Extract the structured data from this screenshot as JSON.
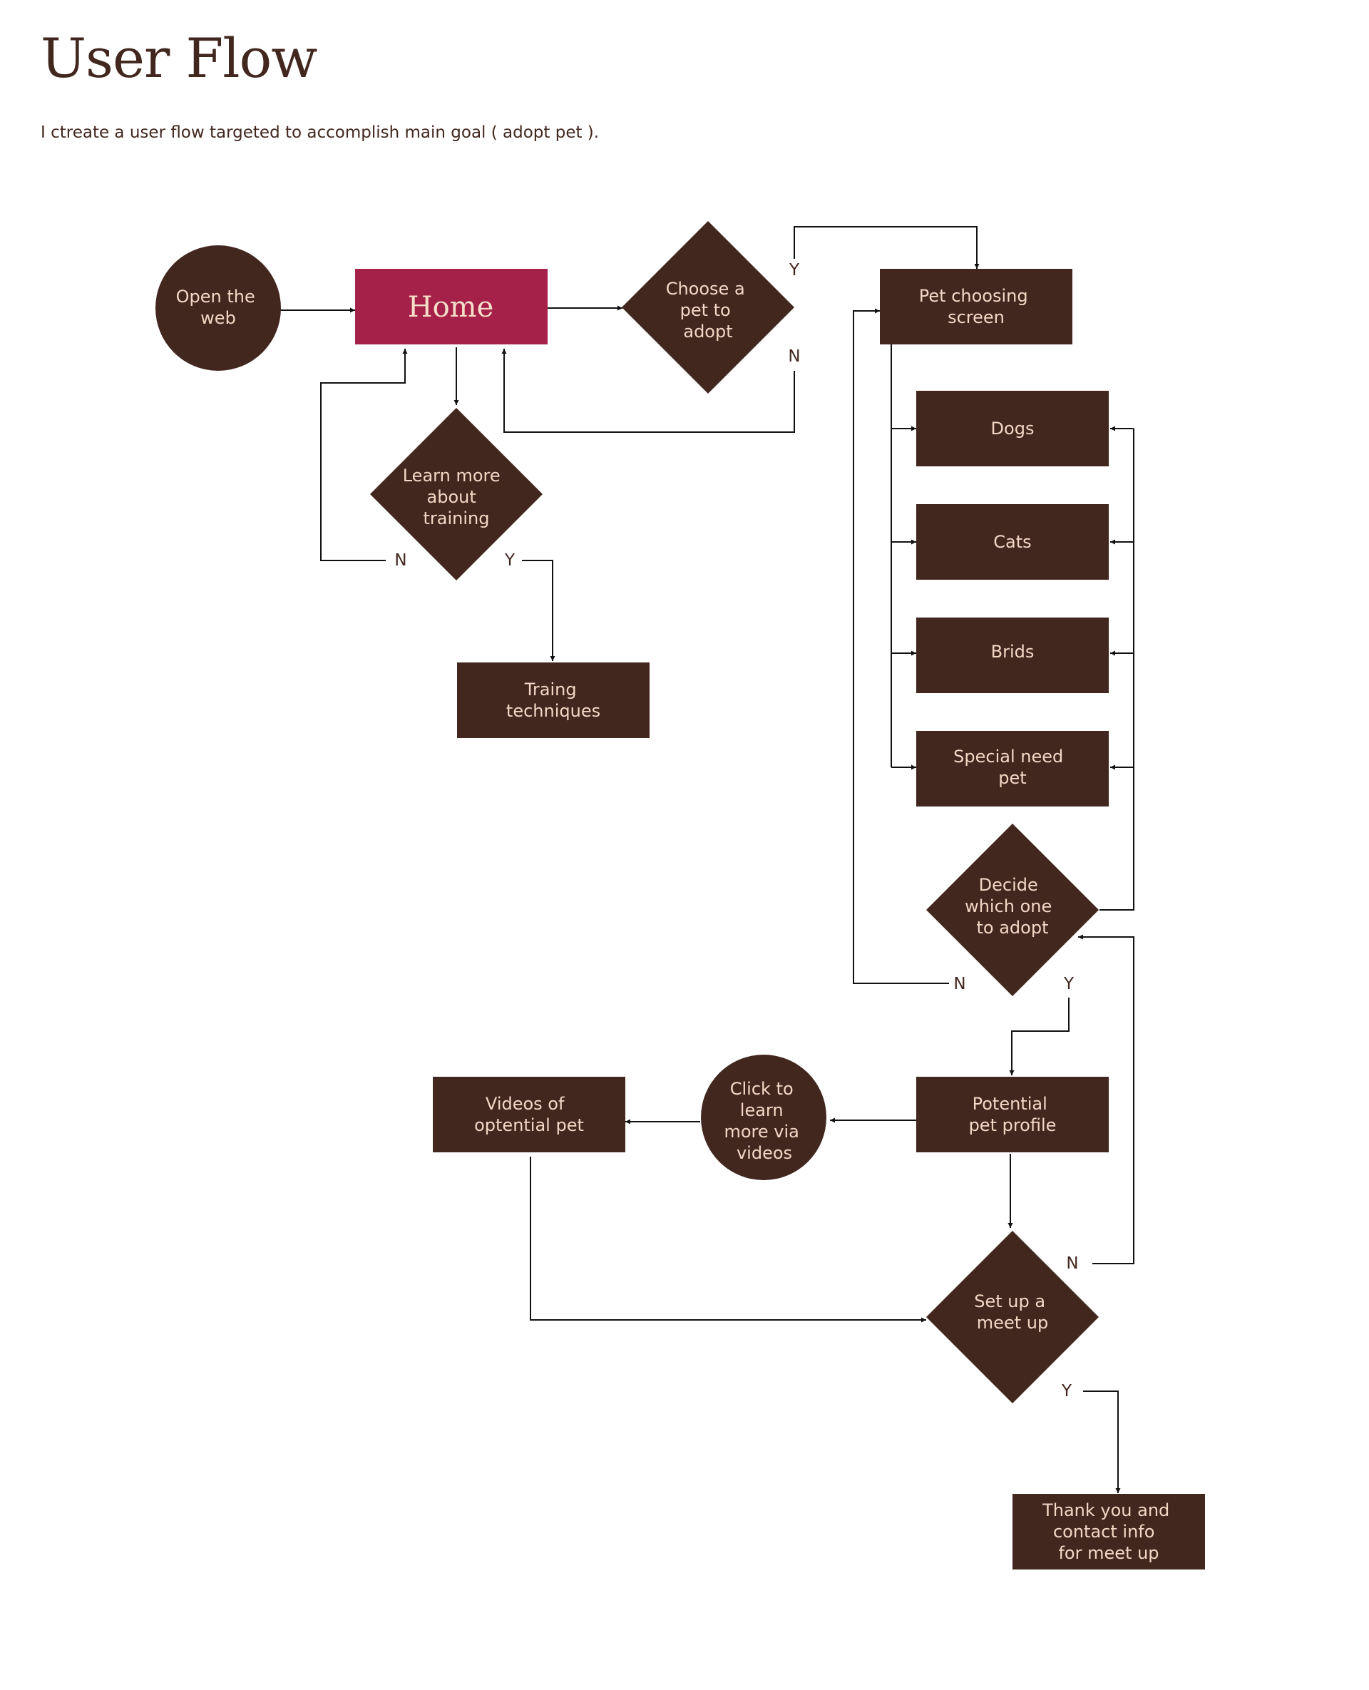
{
  "header": {
    "title": "User Flow",
    "subtitle": "I ctreate a user flow targeted to accomplish main goal ( adopt pet )."
  },
  "colors": {
    "node": "#42271f",
    "home": "#a5214a",
    "node_text": "#f3d7c4",
    "edge": "#111111"
  },
  "nodes": {
    "open_web": [
      "Open the",
      "web"
    ],
    "home": [
      "Home"
    ],
    "choose_pet": [
      "Choose a",
      "pet to",
      "adopt"
    ],
    "pet_choosing": [
      "Pet choosing",
      "screen"
    ],
    "learn_training": [
      "Learn more",
      "about",
      "training"
    ],
    "training_techniques": [
      "Traing",
      "techniques"
    ],
    "dogs": [
      "Dogs"
    ],
    "cats": [
      "Cats"
    ],
    "birds": [
      "Brids"
    ],
    "special_need": [
      "Special need",
      "pet"
    ],
    "decide": [
      "Decide",
      "which one",
      "to adopt"
    ],
    "potential_profile": [
      "Potential",
      "pet profile"
    ],
    "click_videos": [
      "Click to",
      "learn",
      "more via",
      "videos"
    ],
    "videos": [
      "Videos of",
      "optential pet"
    ],
    "meetup": [
      "Set up a",
      "meet up"
    ],
    "thank_you": [
      "Thank you and",
      "contact info",
      "for meet up"
    ]
  },
  "edge_labels": {
    "choose_yes": "Y",
    "choose_no": "N",
    "learn_no": "N",
    "learn_yes": "Y",
    "decide_no": "N",
    "decide_yes": "Y",
    "meetup_no": "N",
    "meetup_yes": "Y"
  }
}
